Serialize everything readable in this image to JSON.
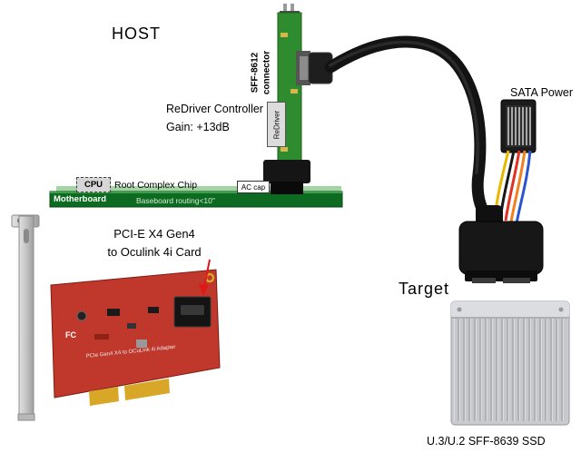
{
  "diagram": {
    "host_label": "HOST",
    "target_label": "Target",
    "sata_power_label": "SATA Power",
    "ssd_label": "U.3/U.2 SFF-8639 SSD",
    "connector": {
      "line1": "SFF-8612",
      "line2": "connector"
    },
    "redriver": {
      "chip_label": "ReDriver",
      "line1": "ReDriver Controller",
      "line2": "Gain: +13dB"
    },
    "motherboard": {
      "name": "Motherboard",
      "routing_note": "Baseboard routing<10\"",
      "cpu_label": "CPU",
      "root_complex_label": "Root Complex Chip",
      "ac_cap_label": "AC cap"
    },
    "card": {
      "line1": "PCI-E X4 Gen4",
      "line2": "to Oculink 4i Card",
      "silkscreen": "PCIe Gen4 X4 to OCuLink 4i Adapter",
      "fcc_mark": "FC"
    }
  },
  "colors": {
    "pcb_green": "#2e8b2e",
    "motherboard_green": "#0d6b21",
    "card_red": "#c0382b",
    "gold": "#d8a728",
    "cable_black": "#131313",
    "ssd_silver": "#c9cacd",
    "arrow_red": "#e01818"
  }
}
